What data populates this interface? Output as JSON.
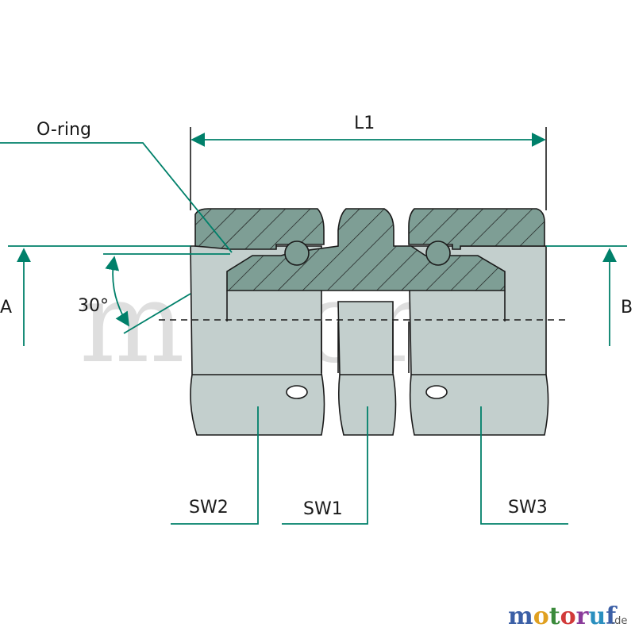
{
  "labels": {
    "o_ring": "O-ring",
    "l1": "L1",
    "a": "A",
    "b": "B",
    "angle": "30°",
    "sw1": "SW1",
    "sw2": "SW2",
    "sw3": "SW3"
  },
  "watermark": "motoruf",
  "logo": {
    "letters": [
      "m",
      "o",
      "t",
      "o",
      "r",
      "u",
      "f"
    ],
    "letter_colors": [
      "#3b5fa6",
      "#e0a020",
      "#3b8a3b",
      "#d23a3a",
      "#8a3b9a",
      "#2a8fbf",
      "#3b5fa6"
    ],
    "suffix": ".de"
  },
  "colors": {
    "accent": "#00806a",
    "section_fill": "#7e9e95",
    "body_fill": "#c3cfcd",
    "nut_fill": "#c3cfcd",
    "outline": "#1a1a1a"
  }
}
